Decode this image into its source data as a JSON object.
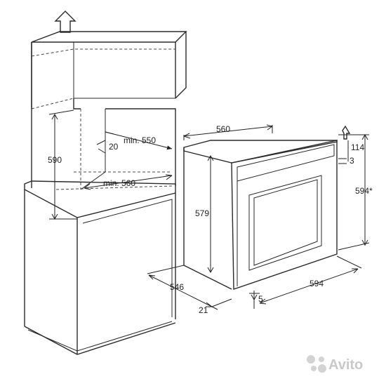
{
  "dimensions": {
    "min_550": "min. 550",
    "d20": "20",
    "d590": "590",
    "min_560": "min. 560",
    "d560": "560",
    "d579": "579",
    "d114": "114",
    "d3": "3",
    "d594_star": "594*",
    "d546": "546",
    "d594": "594",
    "d21": "21",
    "d5": "5"
  },
  "watermark": {
    "text": "Avito",
    "icon": "avito-logo-icon"
  },
  "icons": {
    "airflow_up": "arrow-up-outline-icon",
    "airflow_corner": "arrow-diagonal-outline-icon"
  },
  "colors": {
    "line": "#2a2a2a",
    "watermark": "#c9c9c9"
  }
}
